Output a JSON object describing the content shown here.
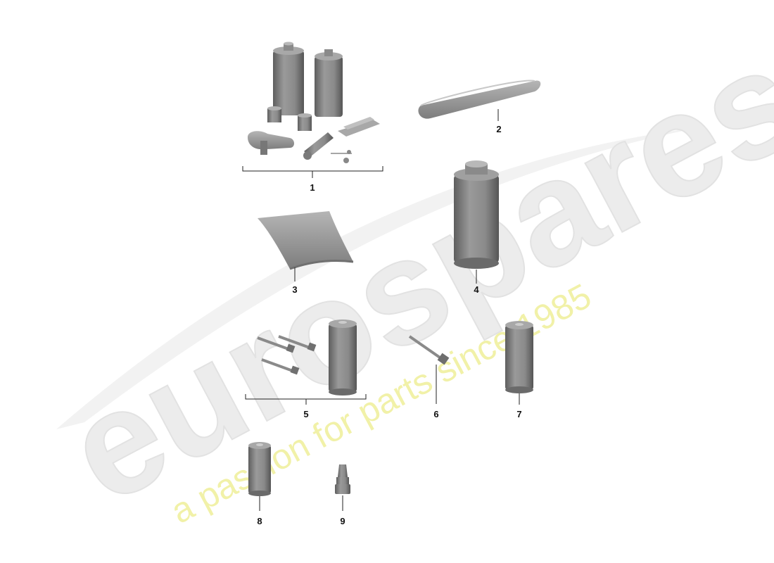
{
  "watermark": {
    "brand": "eurospares",
    "tagline": "a passion for parts since 1985"
  },
  "parts": [
    {
      "number": "1",
      "kind": "kit"
    },
    {
      "number": "2",
      "kind": "pad"
    },
    {
      "number": "3",
      "kind": "cloth"
    },
    {
      "number": "4",
      "kind": "large-cartridge"
    },
    {
      "number": "5",
      "kind": "screw-cartridge-set"
    },
    {
      "number": "6",
      "kind": "screw"
    },
    {
      "number": "7",
      "kind": "cartridge"
    },
    {
      "number": "8",
      "kind": "small-cartridge"
    },
    {
      "number": "9",
      "kind": "nozzle"
    }
  ],
  "colors": {
    "part_fill": "#8a8a8a",
    "part_light": "#b8b8b8",
    "part_dark": "#5e5e5e",
    "leader": "#222222"
  }
}
